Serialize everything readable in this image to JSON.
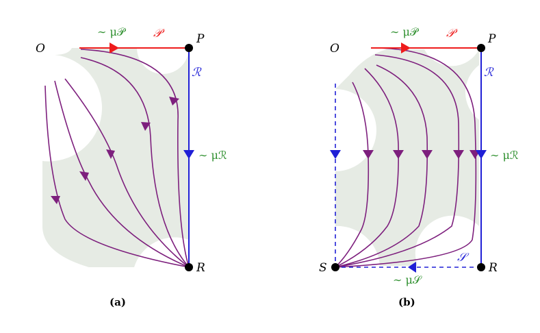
{
  "colors": {
    "region": "#e6ebe4",
    "path": "#7d1f7d",
    "p_edge": "#ee1c1c",
    "r_edge": "#1f1fd6",
    "s_edge": "#1f1fd6",
    "mu_text": "#2d8f2d",
    "node": "#000000"
  },
  "panel_a": {
    "caption": "(a)",
    "label_O": "O",
    "label_P": "P",
    "label_R": "R",
    "edge_P": "𝒫",
    "edge_R": "ℛ",
    "mu_P": "∼ μ𝒫",
    "mu_R": "∼ μℛ"
  },
  "panel_b": {
    "caption": "(b)",
    "label_O": "O",
    "label_P": "P",
    "label_R": "R",
    "label_S": "S",
    "edge_P": "𝒫",
    "edge_R": "ℛ",
    "edge_S": "𝒮",
    "mu_P": "∼ μ𝒫",
    "mu_R": "∼ μℛ",
    "mu_S": "∼ μ𝒮"
  }
}
